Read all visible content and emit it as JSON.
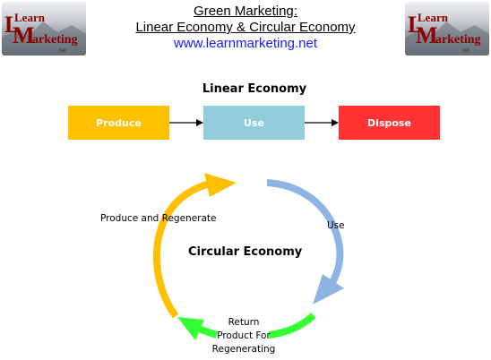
{
  "header": {
    "line1": "Green Marketing:",
    "line2": "Linear Economy & Circular Economy",
    "website": "www.learnmarketing.net"
  },
  "logo": {
    "text_top": "Learn",
    "text_main": "Marketing",
    "text_small": ".net"
  },
  "linear": {
    "title": "Linear Economy",
    "steps": [
      "Produce",
      "Use",
      "Dispose"
    ]
  },
  "circular": {
    "title": "Circular Economy",
    "produce_label": "Produce and Regenerate",
    "use_label": "Use",
    "return_lines": [
      "Return",
      "Product For",
      "Regenerating"
    ]
  },
  "colors": {
    "produce": "#ffc000",
    "use": "#92cddc",
    "dispose": "#ff3333",
    "arc_produce": "#ffc000",
    "arc_use": "#8eb4e3",
    "arc_return": "#33ff33",
    "website": "#1a1aff"
  }
}
